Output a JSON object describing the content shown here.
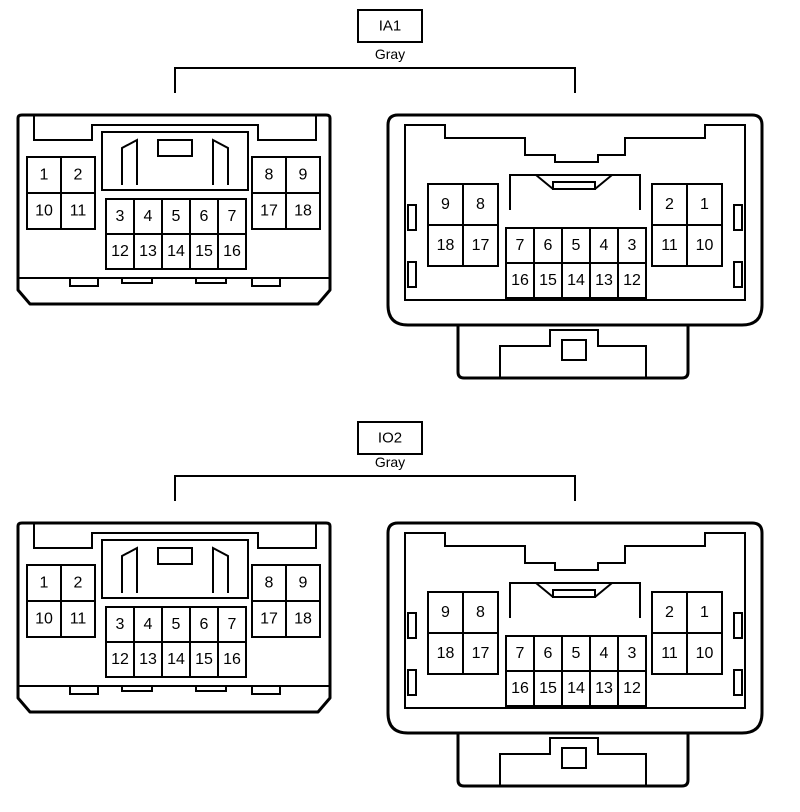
{
  "connectors": [
    {
      "id": "IA1",
      "color": "Gray",
      "left_pins": {
        "left_block": [
          [
            "1",
            "2"
          ],
          [
            "10",
            "11"
          ]
        ],
        "center_block": [
          [
            "3",
            "4",
            "5",
            "6",
            "7"
          ],
          [
            "12",
            "13",
            "14",
            "15",
            "16"
          ]
        ],
        "right_block": [
          [
            "8",
            "9"
          ],
          [
            "17",
            "18"
          ]
        ]
      },
      "right_pins": {
        "left_block": [
          [
            "9",
            "8"
          ],
          [
            "18",
            "17"
          ]
        ],
        "center_block": [
          [
            "7",
            "6",
            "5",
            "4",
            "3"
          ],
          [
            "16",
            "15",
            "14",
            "13",
            "12"
          ]
        ],
        "right_block": [
          [
            "2",
            "1"
          ],
          [
            "11",
            "10"
          ]
        ]
      }
    },
    {
      "id": "IO2",
      "color": "Gray",
      "left_pins": {
        "left_block": [
          [
            "1",
            "2"
          ],
          [
            "10",
            "11"
          ]
        ],
        "center_block": [
          [
            "3",
            "4",
            "5",
            "6",
            "7"
          ],
          [
            "12",
            "13",
            "14",
            "15",
            "16"
          ]
        ],
        "right_block": [
          [
            "8",
            "9"
          ],
          [
            "17",
            "18"
          ]
        ]
      },
      "right_pins": {
        "left_block": [
          [
            "9",
            "8"
          ],
          [
            "18",
            "17"
          ]
        ],
        "center_block": [
          [
            "7",
            "6",
            "5",
            "4",
            "3"
          ],
          [
            "16",
            "15",
            "14",
            "13",
            "12"
          ]
        ],
        "right_block": [
          [
            "2",
            "1"
          ],
          [
            "11",
            "10"
          ]
        ]
      }
    }
  ]
}
